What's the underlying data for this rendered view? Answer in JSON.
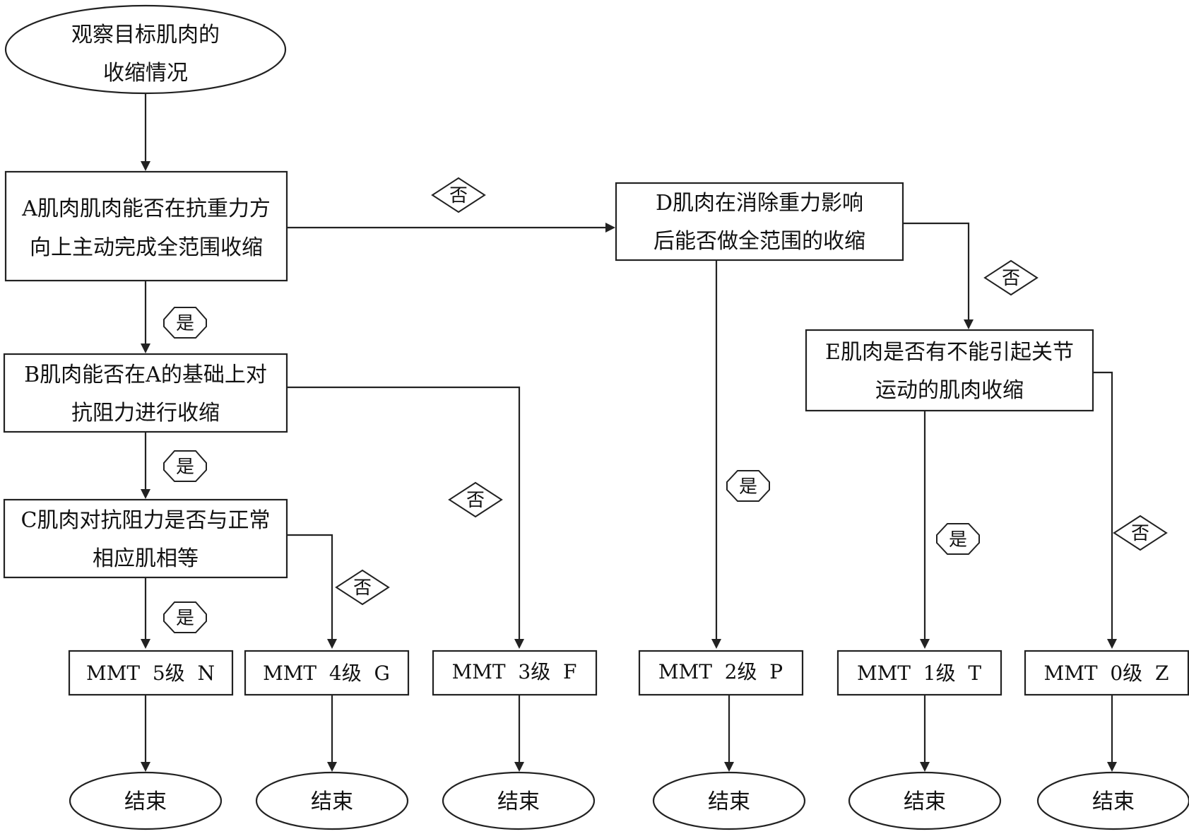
{
  "start": {
    "line1": "观察目标肌肉的",
    "line2": "收缩情况"
  },
  "nodes": {
    "A": {
      "line1": "A肌肉肌肉能否在抗重力方",
      "line2": "向上主动完成全范围收缩"
    },
    "B": {
      "line1": "B肌肉能否在A的基础上对",
      "line2": "抗阻力进行收缩"
    },
    "C": {
      "line1": "C肌肉对抗阻力是否与正常",
      "line2": "相应肌相等"
    },
    "D": {
      "line1": "D肌肉在消除重力影响",
      "line2": "后能否做全范围的收缩"
    },
    "E": {
      "line1": "E肌肉是否有不能引起关节",
      "line2": "运动的肌肉收缩"
    }
  },
  "labels": {
    "yes": "是",
    "no": "否"
  },
  "grades": [
    "MMT  5级  N",
    "MMT  4级  G",
    "MMT  3级  F",
    "MMT  2级  P",
    "MMT  1级  T",
    "MMT  0级  Z"
  ],
  "end": "结束"
}
